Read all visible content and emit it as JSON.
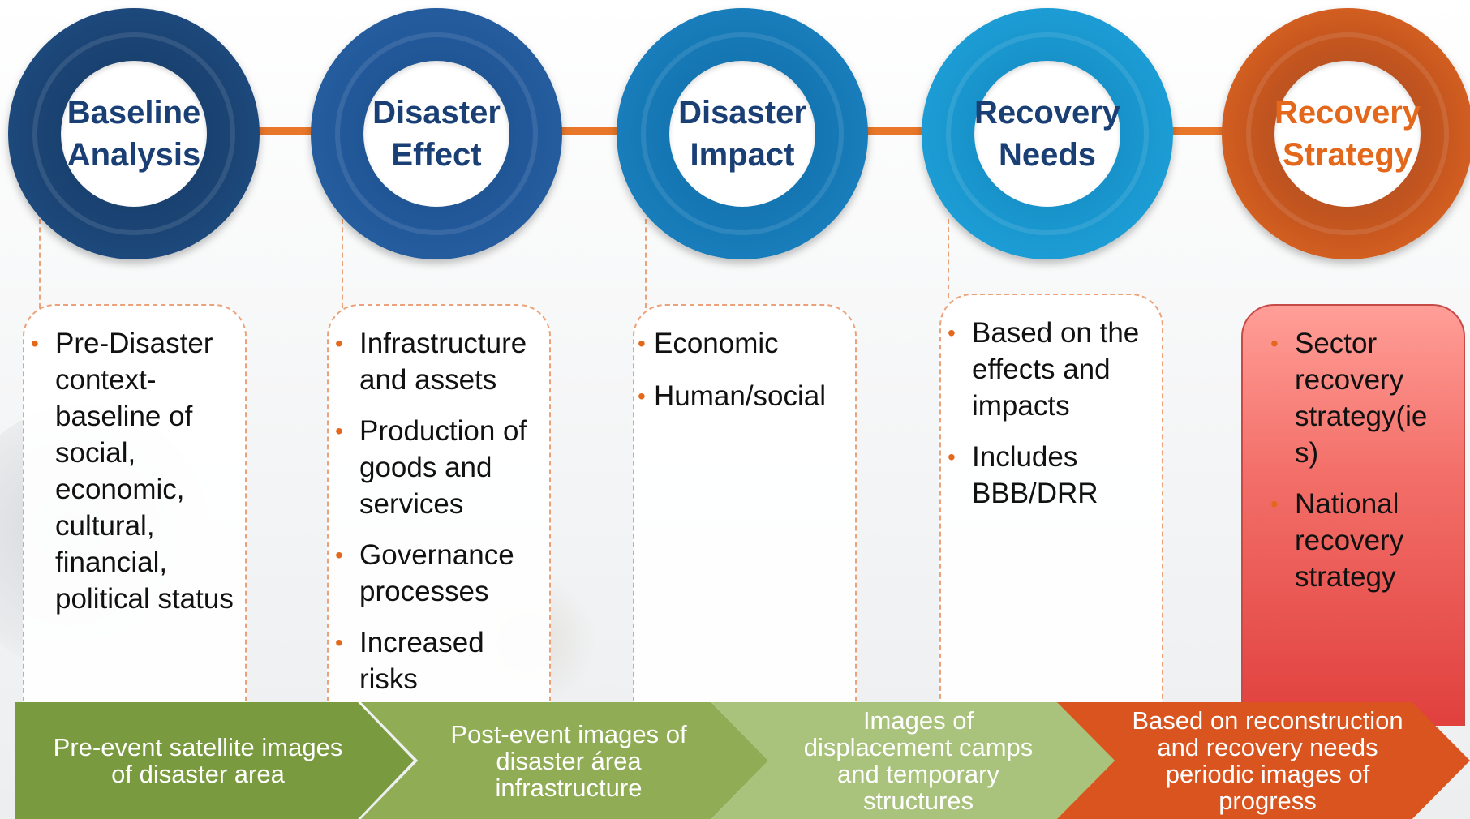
{
  "stages": [
    {
      "title": "Baseline\nAnalysis"
    },
    {
      "title": "Disaster\nEffect"
    },
    {
      "title": "Disaster\nImpact"
    },
    {
      "title": "Recovery\nNeeds"
    },
    {
      "title": "Recovery\nStrategy"
    }
  ],
  "cards": [
    {
      "items": [
        "Pre-Disaster context- baseline of social, economic, cultural, financial, political status"
      ]
    },
    {
      "items": [
        "Infrastructure and assets",
        "Production of goods and services",
        "Governance processes",
        "Increased risks"
      ]
    },
    {
      "items": [
        "Economic",
        "Human/social"
      ]
    },
    {
      "items": [
        "Based on the effects and impacts",
        "Includes BBB/DRR"
      ]
    },
    {
      "items": [
        "Sector recovery strategy(ie s)",
        "National recovery strategy"
      ]
    }
  ],
  "bullet_glyph": "•",
  "imagery_steps": [
    {
      "text": "Pre-event satellite images of disaster area",
      "color": "#7a9a3f"
    },
    {
      "text": "Post-event images of disaster área infrastructure",
      "color": "#90ad55"
    },
    {
      "text": "Images of displacement camps and temporary structures",
      "color": "#a9c27c"
    },
    {
      "text": "Based on reconstruction and recovery needs periodic images of progress",
      "color": "#d9541f"
    }
  ],
  "colors": {
    "connector": "#e8772a",
    "title_blue": "#1a3f75",
    "title_orange": "#e4681c",
    "bullet": "#e4681c"
  }
}
